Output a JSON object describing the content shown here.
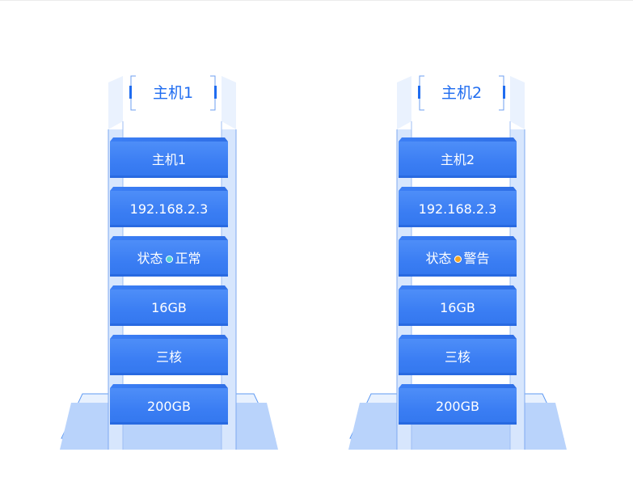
{
  "colors": {
    "accent": "#1f6cf0",
    "layer": "#3f82f5",
    "base": "#bcd6fb",
    "status_normal": "#4fd0d6",
    "status_warning": "#f5a623"
  },
  "hosts": [
    {
      "label": "主机1",
      "name": "主机1",
      "ip": "192.168.2.3",
      "status_prefix": "状态",
      "status": "正常",
      "status_color": "#4fd0d6",
      "memory": "16GB",
      "cpu": "三核",
      "disk": "200GB"
    },
    {
      "label": "主机2",
      "name": "主机2",
      "ip": "192.168.2.3",
      "status_prefix": "状态",
      "status": "警告",
      "status_color": "#f5a623",
      "memory": "16GB",
      "cpu": "三核",
      "disk": "200GB"
    }
  ]
}
